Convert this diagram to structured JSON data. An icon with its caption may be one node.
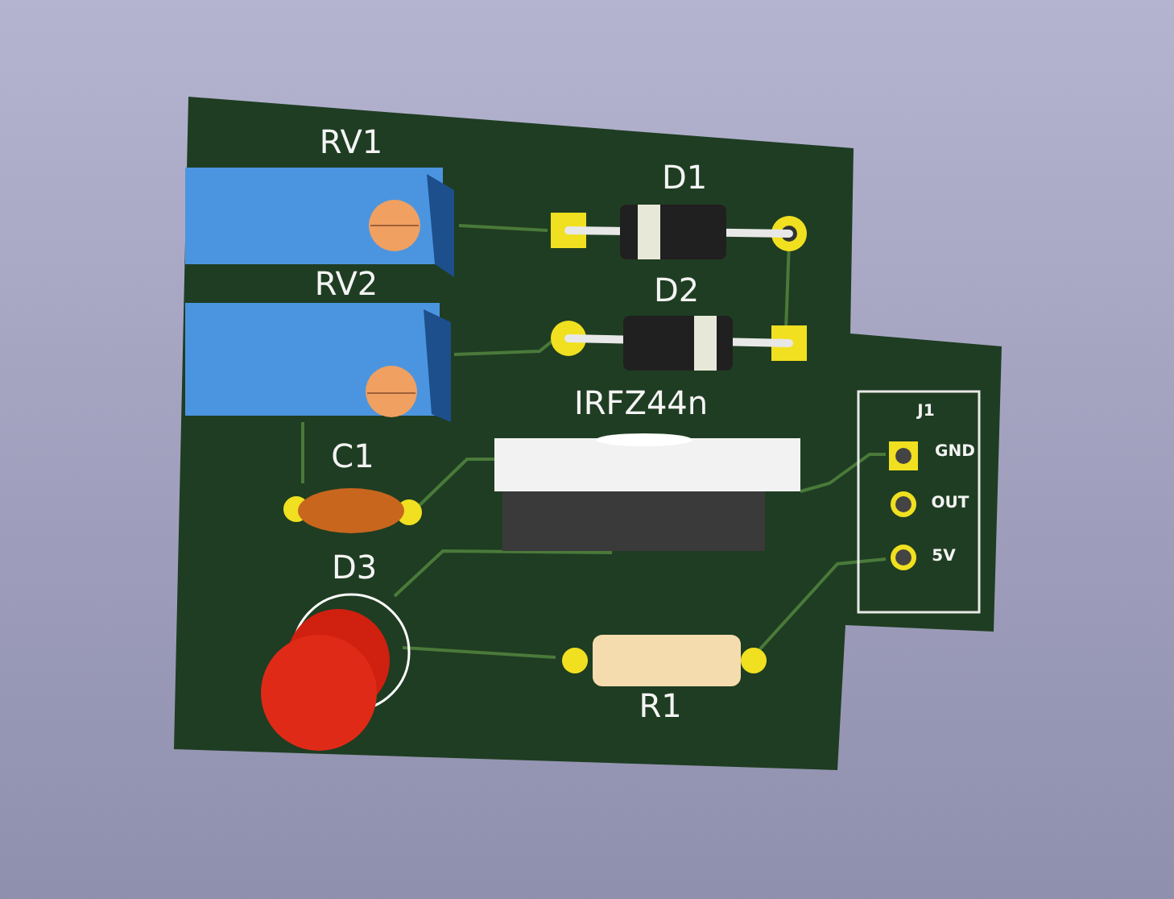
{
  "diagram": {
    "labels": [
      "RV1",
      "D1",
      "RV2",
      "D2",
      "IRFZ44n",
      "J1",
      "GND",
      "C1",
      "OUT",
      "5V",
      "D3",
      "R1"
    ]
  }
}
